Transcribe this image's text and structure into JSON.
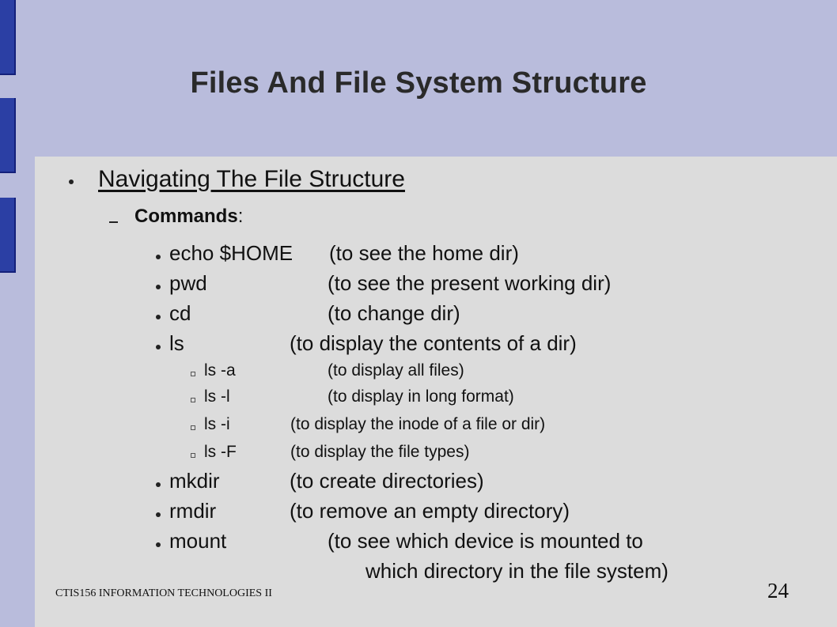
{
  "slide": {
    "title": "Files And File System Structure",
    "heading": "Navigating The File Structure",
    "subheading": "Commands",
    "subheading_colon": ":",
    "commands": [
      {
        "cmd": "echo $HOME",
        "desc": "(to see the home dir)"
      },
      {
        "cmd": "pwd",
        "desc": "(to see the present working dir)"
      },
      {
        "cmd": "cd",
        "desc": "(to change dir)"
      },
      {
        "cmd": "ls",
        "desc": "(to display the contents of a dir)"
      }
    ],
    "ls_options": [
      {
        "cmd": "ls -a",
        "desc": "(to display all files)"
      },
      {
        "cmd": "ls -l",
        "desc": "(to display in long format)"
      },
      {
        "cmd": "ls -i",
        "desc": "(to display the inode of a file or dir)"
      },
      {
        "cmd": "ls -F",
        "desc": "(to display the file types)"
      }
    ],
    "more_commands": [
      {
        "cmd": "mkdir",
        "desc": "(to create directories)"
      },
      {
        "cmd": "rmdir",
        "desc": "(to remove an empty directory)"
      },
      {
        "cmd": "mount",
        "desc": "(to see which device is mounted to",
        "desc2": "which directory in the file system)"
      }
    ]
  },
  "footer": {
    "course": "CTIS156 INFORMATION TECHNOLOGIES II",
    "page_number": "24"
  },
  "colors": {
    "background": "#b9bcdc",
    "content_panel": "#dcdcdc",
    "side_bars": "#2b3fa4"
  }
}
